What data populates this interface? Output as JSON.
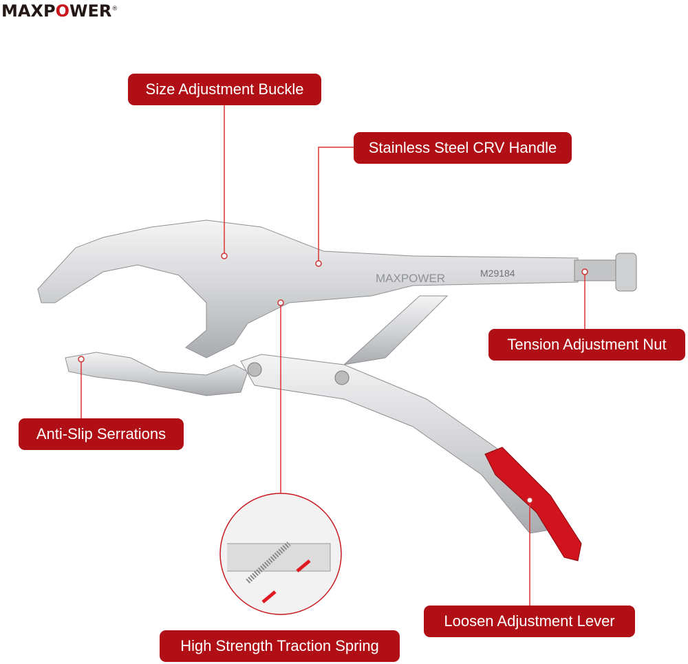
{
  "brand": {
    "name_part1": "MAXP",
    "name_o": "O",
    "name_part2": "WER",
    "registered": "®"
  },
  "product_model": "M29184",
  "engraved_brand": "MAXPOWER",
  "callouts": {
    "size_buckle": "Size Adjustment Buckle",
    "handle": "Stainless Steel CRV Handle",
    "tension_nut": "Tension Adjustment Nut",
    "serrations": "Anti-Slip Serrations",
    "spring": "High Strength Traction Spring",
    "lever": "Loosen Adjustment Lever"
  },
  "colors": {
    "label": "#b01015",
    "grip": "#d0131c",
    "steel": "#d9dadc"
  }
}
